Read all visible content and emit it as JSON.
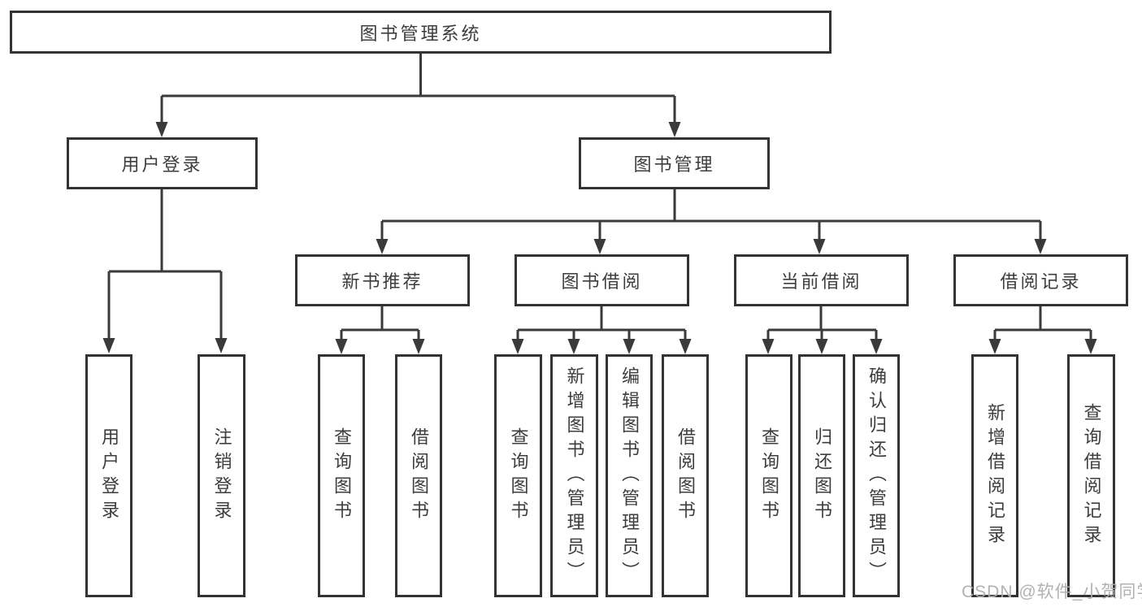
{
  "diagram": {
    "root": "图书管理系统",
    "level2": {
      "user_login": "用户登录",
      "book_management": "图书管理"
    },
    "level3": {
      "new_book_recommend": "新书推荐",
      "book_borrowing": "图书借阅",
      "current_borrowing": "当前借阅",
      "borrow_records": "借阅记录"
    },
    "leaves": {
      "user_login": [
        "用户登录",
        "注销登录"
      ],
      "new_book_recommend": [
        "查询图书",
        "借阅图书"
      ],
      "book_borrowing": [
        "查询图书",
        "新增图书（管理员）",
        "编辑图书（管理员）",
        "借阅图书"
      ],
      "current_borrowing": [
        "查询图书",
        "归还图书",
        "确认归还（管理员）"
      ],
      "borrow_records": [
        "新增借阅记录",
        "查询借阅记录"
      ]
    }
  },
  "watermark": "CSDN @软件_小贺同学",
  "colors": {
    "line": "#3a3a3a",
    "border": "#333333",
    "text": "#3d3d3d",
    "watermark": "#aeaeae",
    "background": "#ffffff"
  }
}
